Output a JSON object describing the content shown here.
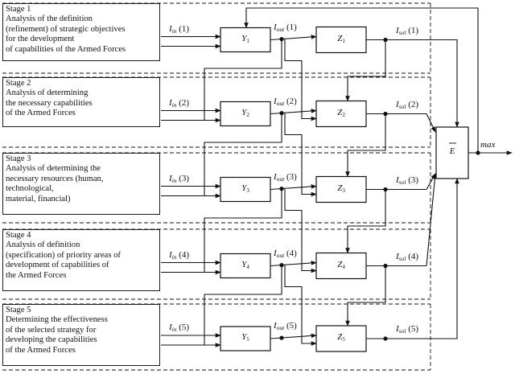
{
  "stages": [
    {
      "title": "Stage 1",
      "lines": [
        "Analysis of the definition",
        "(refinement) of strategic objectives",
        "for the development",
        "of capabilities of the Armed Forces"
      ],
      "input_index": "1",
      "output_index": "1",
      "solution_index": "1",
      "y_index": "1",
      "z_index": "1"
    },
    {
      "title": "Stage 2",
      "lines": [
        "Analysis of determining",
        "the necessary capabilities",
        "of the Armed Forces"
      ],
      "input_index": "2",
      "output_index": "2",
      "solution_index": "2",
      "y_index": "2",
      "z_index": "2"
    },
    {
      "title": "Stage 3",
      "lines": [
        "Analysis of determining the",
        "necessary resources (human,",
        "technological,",
        "material, financial)"
      ],
      "input_index": "3",
      "output_index": "3",
      "solution_index": "3",
      "y_index": "3",
      "z_index": "3"
    },
    {
      "title": "Stage 4",
      "lines": [
        "Analysis of definition",
        "(specification) of priority areas of",
        "development of capabilities of",
        "the Armed Forces"
      ],
      "input_index": "4",
      "output_index": "4",
      "solution_index": "4",
      "y_index": "4",
      "z_index": "4"
    },
    {
      "title": "Stage 5",
      "lines": [
        "Determining the effectiveness",
        "of the selected strategy for",
        "developing the capabilities",
        "of the Armed Forces"
      ],
      "input_index": "5",
      "output_index": "5",
      "solution_index": "5",
      "y_index": "5",
      "z_index": "5"
    }
  ],
  "symbols": {
    "input": "I",
    "input_sub": "in",
    "output": "I",
    "output_sub": "out",
    "solution": "I",
    "solution_sub": "sol",
    "y_block": "Y",
    "z_block": "Z",
    "e_block": "E",
    "max_label": "max"
  }
}
